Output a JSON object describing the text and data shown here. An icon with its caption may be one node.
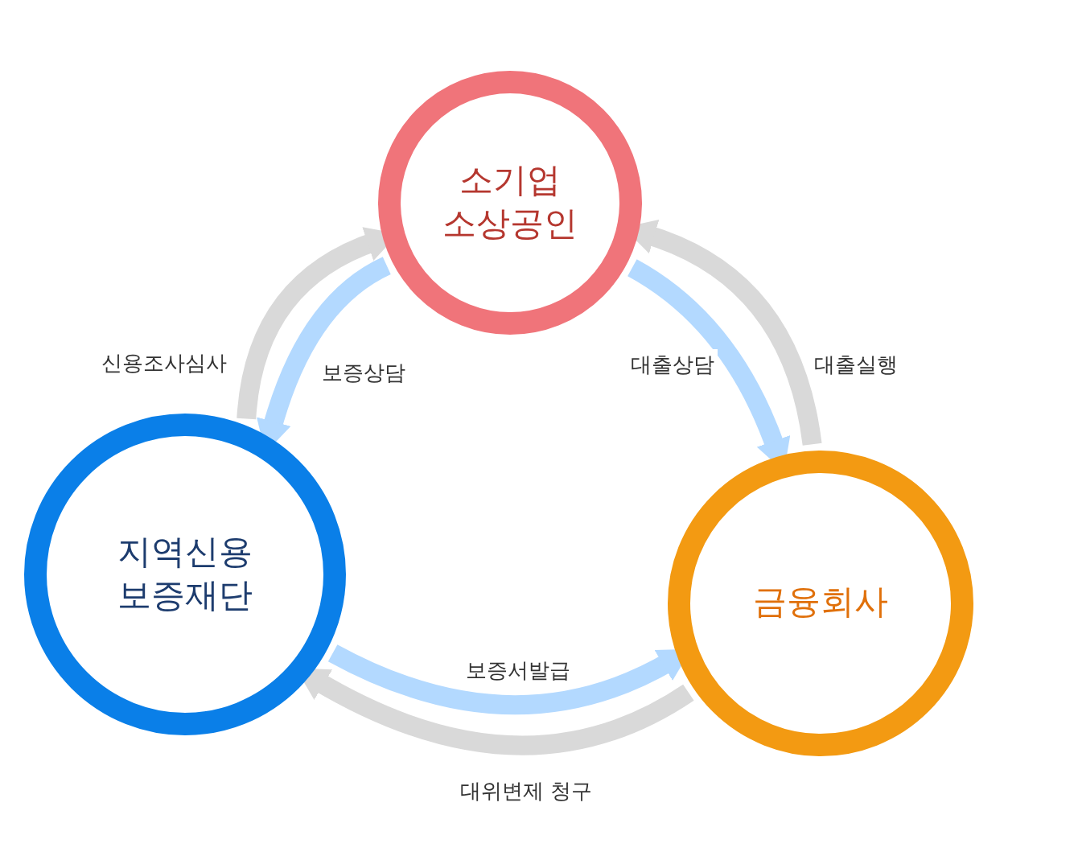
{
  "diagram": {
    "nodes": [
      {
        "text": [
          "소기업 소상공인"
        ]
      },
      {
        "text": [
          "지역신용 보증재단"
        ]
      },
      {
        "text": [
          "금융회사"
        ]
      }
    ],
    "edges": [
      {
        "from": 1,
        "to": 0,
        "arrow": "to",
        "label": "신용조사심사",
        "color": "#d9d9d9"
      },
      {
        "from": 0,
        "to": 1,
        "arrow": "to",
        "label": "보증상담",
        "color": "#b3d9ff"
      },
      {
        "from": 0,
        "to": 2,
        "arrow": "to",
        "label": "대출상담",
        "color": "#b3d9ff"
      },
      {
        "from": 2,
        "to": 0,
        "arrow": "to",
        "label": "대출실행",
        "color": "#d9d9d9"
      },
      {
        "from": 1,
        "to": 2,
        "arrow": "to",
        "label": "보증서발급",
        "color": "#b3d9ff"
      },
      {
        "from": 2,
        "to": 1,
        "arrow": "to",
        "label": "대위변제 청구",
        "color": "#d9d9d9"
      }
    ]
  }
}
